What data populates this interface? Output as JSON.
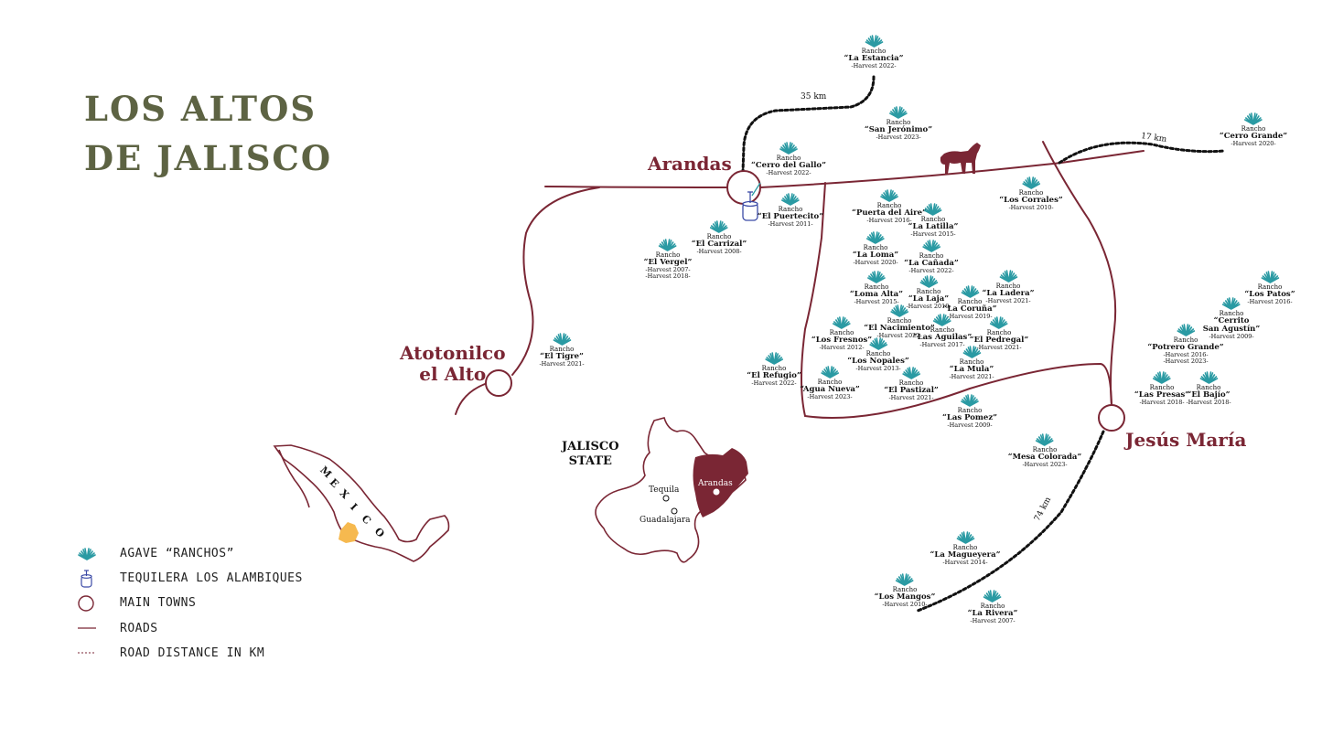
{
  "title": {
    "line1": "LOS ALTOS",
    "line2": "DE JALISCO"
  },
  "colors": {
    "road": "#7a2634",
    "agave": "#2a9aa3",
    "title": "#5d6343",
    "jalisco_fill": "#7a2634",
    "jalisco_area": "#f6b94f"
  },
  "towns": [
    {
      "name": "Arandas"
    },
    {
      "name": "Atotonilco\nel Alto"
    },
    {
      "name": "Jesús María"
    }
  ],
  "distances": [
    "35 km",
    "17 km",
    "74 km"
  ],
  "ranchos": [
    {
      "prefix": "Rancho",
      "name": "“La Estancia”",
      "harvest": [
        "-Harvest 2022-"
      ]
    },
    {
      "prefix": "Rancho",
      "name": "“San Jerónimo”",
      "harvest": [
        "-Harvest 2023-"
      ]
    },
    {
      "prefix": "Rancho",
      "name": "“Cerro Grande”",
      "harvest": [
        "-Harvest 2020-"
      ]
    },
    {
      "prefix": "Rancho",
      "name": "“Cerro del Gallo”",
      "harvest": [
        "-Harvest 2022-"
      ]
    },
    {
      "prefix": "Rancho",
      "name": "“El Puertecito”",
      "harvest": [
        "-Harvest 2011-"
      ]
    },
    {
      "prefix": "Rancho",
      "name": "“El Carrizal”",
      "harvest": [
        "-Harvest 2008-"
      ]
    },
    {
      "prefix": "Rancho",
      "name": "“El Vergel”",
      "harvest": [
        "-Harvest 2007-",
        "-Harvest 2018-"
      ]
    },
    {
      "prefix": "Rancho",
      "name": "“Los Corrales”",
      "harvest": [
        "-Harvest 2010-"
      ]
    },
    {
      "prefix": "Rancho",
      "name": "“Puerta del Aire”",
      "harvest": [
        "-Harvest 2016-"
      ]
    },
    {
      "prefix": "Rancho",
      "name": "“La Latilla”",
      "harvest": [
        "-Harvest 2015-"
      ]
    },
    {
      "prefix": "Rancho",
      "name": "“La Loma”",
      "harvest": [
        "-Harvest 2020-"
      ]
    },
    {
      "prefix": "Rancho",
      "name": "“La Cañada”",
      "harvest": [
        "-Harvest 2022-"
      ]
    },
    {
      "prefix": "Rancho",
      "name": "“Loma Alta”",
      "harvest": [
        "-Harvest 2015-"
      ]
    },
    {
      "prefix": "Rancho",
      "name": "“La Laja”",
      "harvest": [
        "-Harvest 2019-"
      ]
    },
    {
      "prefix": "Rancho",
      "name": "“La Coruña”",
      "harvest": [
        "-Harvest 2019-"
      ]
    },
    {
      "prefix": "Rancho",
      "name": "“La Ladera”",
      "harvest": [
        "-Harvest 2021-"
      ]
    },
    {
      "prefix": "Rancho",
      "name": "“El Nacimiento”",
      "harvest": [
        "-Harvest 2022-"
      ]
    },
    {
      "prefix": "Rancho",
      "name": "“Las Aguilas”",
      "harvest": [
        "-Harvest 2017-"
      ]
    },
    {
      "prefix": "Rancho",
      "name": "“El Pedregal”",
      "harvest": [
        "-Harvest 2021-"
      ]
    },
    {
      "prefix": "Rancho",
      "name": "“Los Fresnos”",
      "harvest": [
        "-Harvest 2012-"
      ]
    },
    {
      "prefix": "Rancho",
      "name": "“Los Nopales”",
      "harvest": [
        "-Harvest 2013-"
      ]
    },
    {
      "prefix": "Rancho",
      "name": "“La Mula”",
      "harvest": [
        "-Harvest 2021-"
      ]
    },
    {
      "prefix": "Rancho",
      "name": "“El Tigre”",
      "harvest": [
        "-Harvest 2021-"
      ]
    },
    {
      "prefix": "Rancho",
      "name": "“El Refugio”",
      "harvest": [
        "-Harvest 2022-"
      ]
    },
    {
      "prefix": "Rancho",
      "name": "“Agua Nueva”",
      "harvest": [
        "-Harvest 2023-"
      ]
    },
    {
      "prefix": "Rancho",
      "name": "“El Pastizal”",
      "harvest": [
        "-Harvest 2021-"
      ]
    },
    {
      "prefix": "Rancho",
      "name": "“Las Pomez”",
      "harvest": [
        "-Harvest 2009-"
      ]
    },
    {
      "prefix": "Rancho",
      "name": "“Los Patos”",
      "harvest": [
        "-Harvest 2016-"
      ]
    },
    {
      "prefix": "Rancho",
      "name": "“Cerrito\nSan Agustín”",
      "harvest": [
        "-Harvest 2009-"
      ]
    },
    {
      "prefix": "Rancho",
      "name": "“Potrero Grande”",
      "harvest": [
        "-Harvest 2016-",
        "-Harvest 2023-"
      ]
    },
    {
      "prefix": "Rancho",
      "name": "“Las Presas”",
      "harvest": [
        "-Harvest 2018-"
      ]
    },
    {
      "prefix": "Rancho",
      "name": "“El Bajío”",
      "harvest": [
        "-Harvest 2018-"
      ]
    },
    {
      "prefix": "Rancho",
      "name": "“Mesa Colorada”",
      "harvest": [
        "-Harvest 2023-"
      ]
    },
    {
      "prefix": "Rancho",
      "name": "“La Magueyera”",
      "harvest": [
        "-Harvest 2014-"
      ]
    },
    {
      "prefix": "Rancho",
      "name": "“Los Mangos”",
      "harvest": [
        "-Harvest 2010-"
      ]
    },
    {
      "prefix": "Rancho",
      "name": "“La Rivera”",
      "harvest": [
        "-Harvest 2007-"
      ]
    }
  ],
  "inset_jalisco": {
    "label": "JALISCO\nSTATE",
    "cities": [
      "Arandas",
      "Tequila",
      "Guadalajara"
    ]
  },
  "inset_mexico": {
    "label": "MEXICO"
  },
  "legend": [
    {
      "icon": "agave-icon",
      "label": "AGAVE “RANCHOS”"
    },
    {
      "icon": "distillery-icon",
      "label": "TEQUILERA LOS ALAMBIQUES"
    },
    {
      "icon": "circle-icon",
      "label": "MAIN TOWNS"
    },
    {
      "icon": "road-line-icon",
      "label": "ROADS"
    },
    {
      "icon": "dashed-line-icon",
      "label": "ROAD DISTANCE IN KM"
    }
  ]
}
